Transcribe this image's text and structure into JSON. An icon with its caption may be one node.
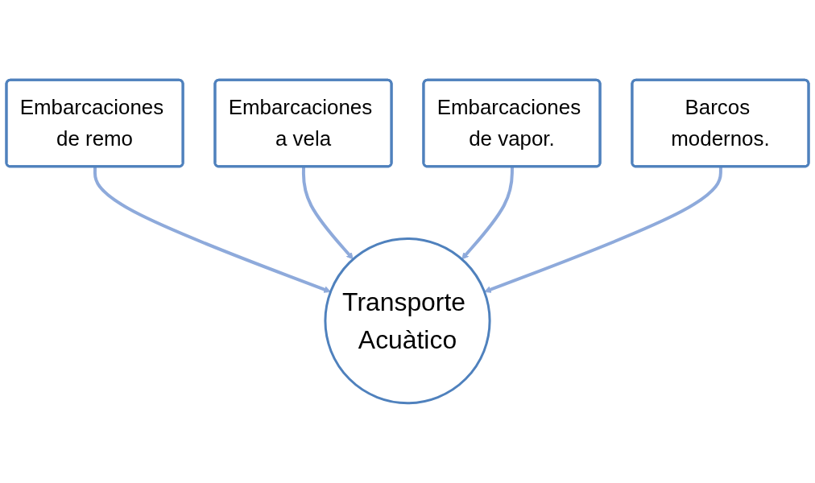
{
  "diagram": {
    "nodes": [
      {
        "text": [
          "Embarcaciones a vela"
        ]
      },
      {
        "text": [
          "Embarcaciones de vapor."
        ]
      },
      {
        "text": [
          "Embarcaciones de remo"
        ]
      },
      {
        "text": [
          "Barcos modernos."
        ]
      },
      {
        "text": [
          "Transporte Acuàtico"
        ]
      }
    ],
    "edges": [
      {
        "from": 2,
        "to": 4,
        "arrow": "to"
      },
      {
        "from": 0,
        "to": 4,
        "arrow": "to"
      },
      {
        "from": 1,
        "to": 4,
        "arrow": "to"
      },
      {
        "from": 3,
        "to": 4,
        "arrow": "to"
      }
    ]
  }
}
